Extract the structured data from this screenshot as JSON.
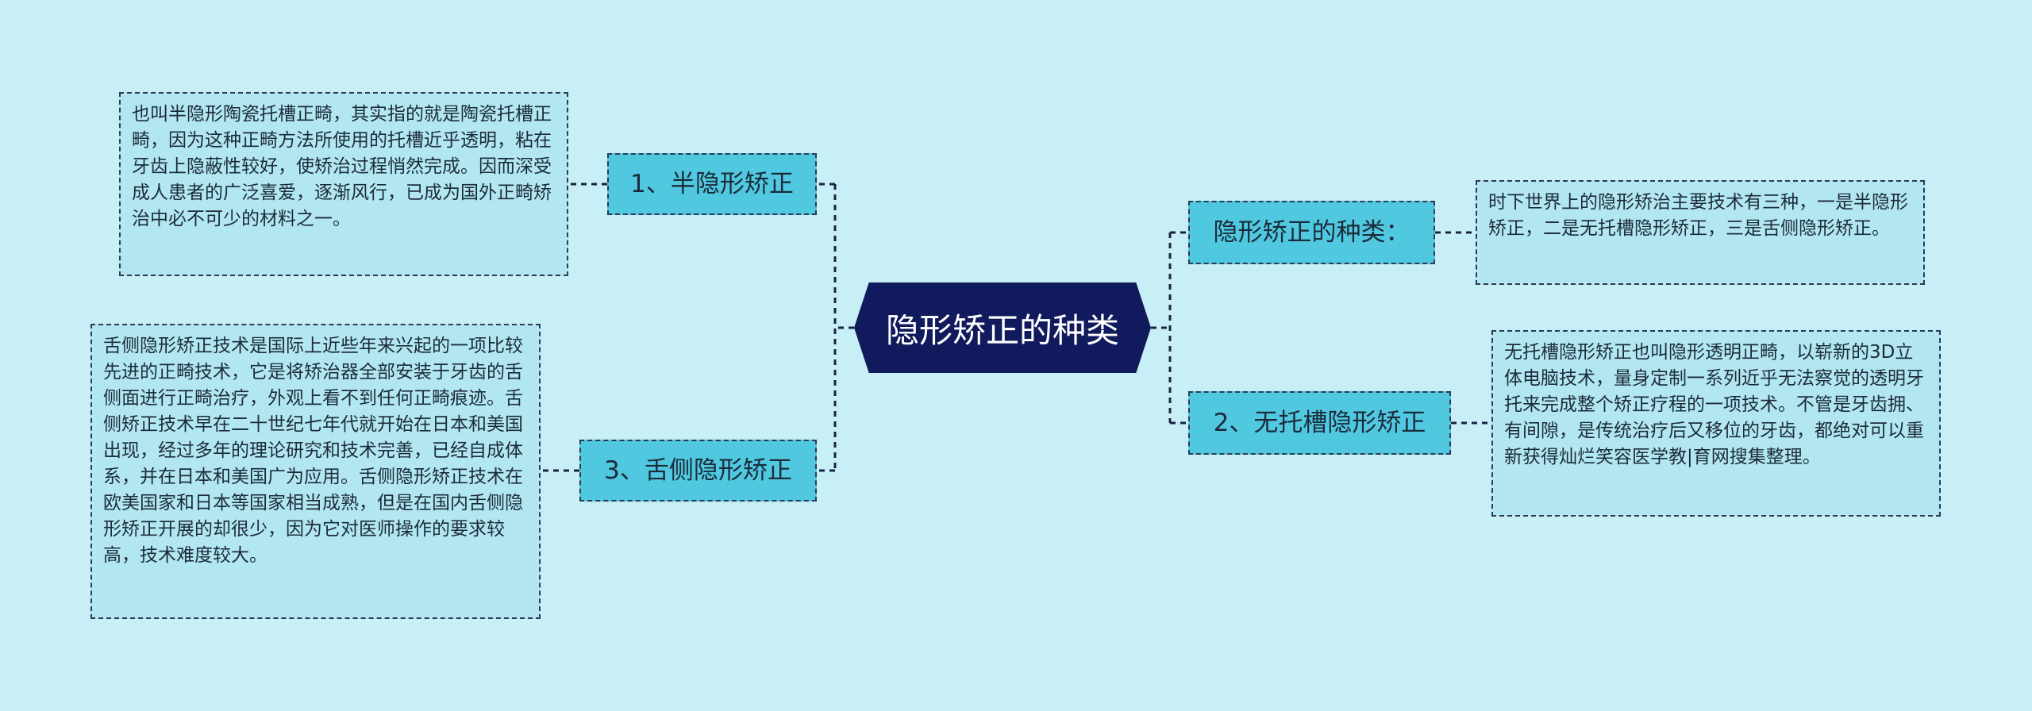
{
  "diagram": {
    "center": {
      "label": "隐形矫正的种类"
    },
    "branches": [
      {
        "label": "1、半隐形矫正",
        "detail": "也叫半隐形陶瓷托槽正畸，其实指的就是陶瓷托槽正畸，因为这种正畸方法所使用的托槽近乎透明，粘在牙齿上隐蔽性较好，使矫治过程悄然完成。因而深受成人患者的广泛喜爱，逐渐风行，已成为国外正畸矫治中必不可少的材料之一。"
      },
      {
        "label": "3、舌侧隐形矫正",
        "detail": "舌侧隐形矫正技术是国际上近些年来兴起的一项比较先进的正畸技术，它是将矫治器全部安装于牙齿的舌侧面进行正畸治疗，外观上看不到任何正畸痕迹。舌侧矫正技术早在二十世纪七年代就开始在日本和美国出现，经过多年的理论研究和技术完善，已经自成体系，并在日本和美国广为应用。舌侧隐形矫正技术在欧美国家和日本等国家相当成熟，但是在国内舌侧隐形矫正开展的却很少，因为它对医师操作的要求较高，技术难度较大。"
      },
      {
        "label": "隐形矫正的种类：",
        "detail": "时下世界上的隐形矫治主要技术有三种，一是半隐形矫正，二是无托槽隐形矫正，三是舌侧隐形矫正。"
      },
      {
        "label": "2、无托槽隐形矫正",
        "detail": "无托槽隐形矫正也叫隐形透明正畸，以崭新的3D立体电脑技术，量身定制一系列近乎无法察觉的透明牙托来完成整个矫正疗程的一项技术。不管是牙齿拥、有间隙，是传统治疗后又移位的牙齿，都绝对可以重新获得灿烂笑容医学教|育网搜集整理。"
      }
    ]
  },
  "colors": {
    "background": "#c9eff6",
    "center_fill": "#111a5c",
    "branch_fill": "#4fc8e0",
    "leaf_fill": "#b2e7f2",
    "line": "#1a2340"
  }
}
